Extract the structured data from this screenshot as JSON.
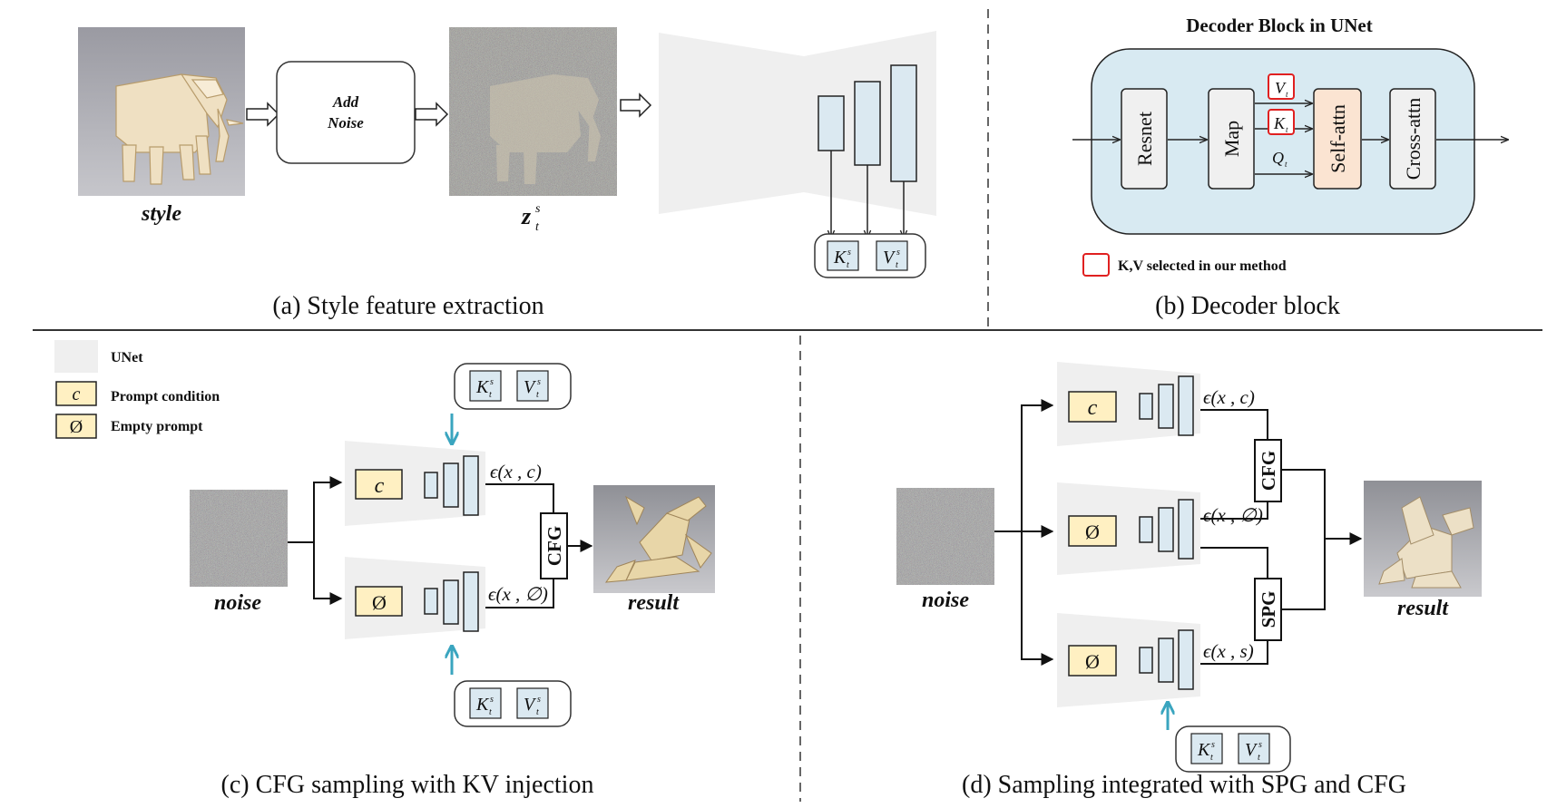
{
  "panel_a": {
    "style_label": "style",
    "add_noise_line1": "Add",
    "add_noise_line2": "Noise",
    "latent_label": "z",
    "latent_sup": "s",
    "latent_sub": "t",
    "k_label": "K",
    "v_label": "V",
    "kv_sup": "s",
    "kv_sub": "t",
    "caption": "(a) Style feature extraction"
  },
  "panel_b": {
    "title": "Decoder Block in UNet",
    "blocks": [
      "Resnet",
      "Map",
      "Self-attn",
      "Cross-attn"
    ],
    "v_label": "V",
    "k_label": "K",
    "q_label": "Q",
    "sub_t": "t",
    "legend": "K,V selected in our method",
    "caption": "(b) Decoder block"
  },
  "legend": {
    "unet": "UNet",
    "prompt_symbol": "c",
    "prompt": "Prompt condition",
    "empty_symbol": "Ø",
    "empty": "Empty prompt"
  },
  "panel_c": {
    "noise_label": "noise",
    "result_label": "result",
    "cfg": "CFG",
    "eps_c": "ϵ(x , c)",
    "eps_empty": "ϵ(x , ∅)",
    "caption": "(c) CFG sampling with KV injection"
  },
  "panel_d": {
    "noise_label": "noise",
    "result_label": "result",
    "cfg": "CFG",
    "spg": "SPG",
    "eps_c": "ϵ(x , c)",
    "eps_empty": "ϵ(x , ∅)",
    "eps_s": "ϵ(x , s)",
    "caption": "(d) Sampling integrated with SPG and CFG"
  }
}
